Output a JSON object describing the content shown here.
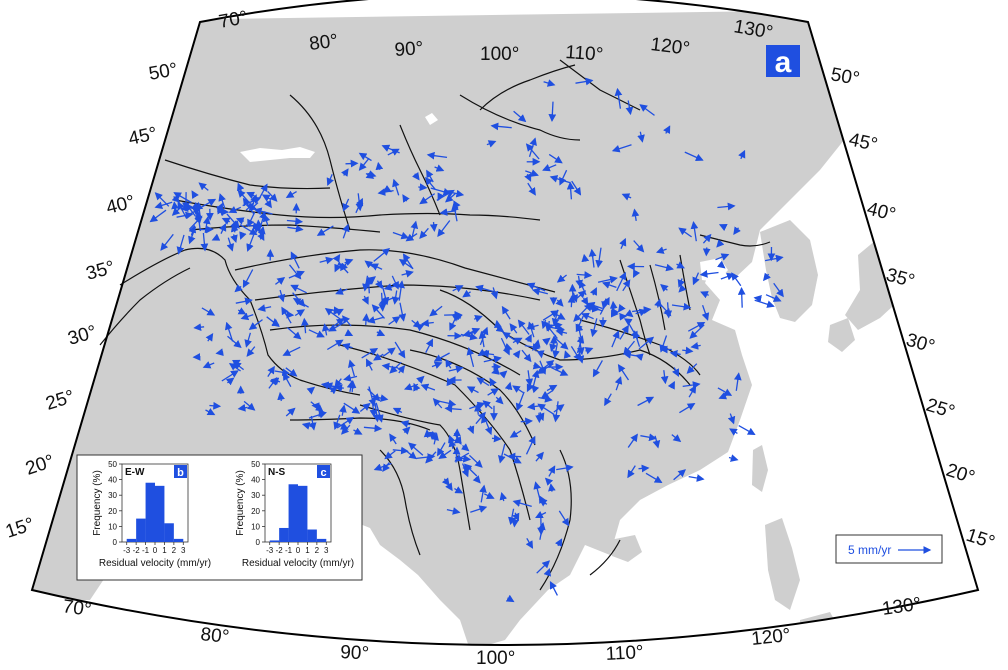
{
  "panel_label": "a",
  "longitude_labels": {
    "top": [
      "70°",
      "80°",
      "90°",
      "100°",
      "110°",
      "120°",
      "130°"
    ],
    "bottom": [
      "70°",
      "80°",
      "90°",
      "100°",
      "110°",
      "120°",
      "130°"
    ]
  },
  "latitude_labels": {
    "left": [
      "50°",
      "45°",
      "40°",
      "35°",
      "30°",
      "25°",
      "20°",
      "15°"
    ],
    "right": [
      "50°",
      "45°",
      "40°",
      "35°",
      "30°",
      "25°",
      "20°",
      "15°"
    ]
  },
  "scale_label": "5 mm/yr",
  "colors": {
    "land": "#cfcfcf",
    "sea": "#ffffff",
    "vector": "#1f4fe0",
    "fault": "#111111",
    "panel_badge": "#1f4fe0"
  },
  "chart_data": [
    {
      "type": "bar",
      "panel": "b",
      "title": "E-W",
      "xlabel": "Residual velocity (mm/yr)",
      "ylabel": "Frequency (%)",
      "categories": [
        "-3",
        "-2",
        "-1",
        "0",
        "1",
        "2",
        "3"
      ],
      "bins": [
        [
          -3,
          -2
        ],
        [
          -2,
          -1
        ],
        [
          -1,
          0
        ],
        [
          0,
          1
        ],
        [
          1,
          2
        ],
        [
          2,
          3
        ]
      ],
      "values": [
        2,
        15,
        38,
        36,
        12,
        2
      ],
      "ylim": [
        0,
        50
      ],
      "yticks": [
        "0",
        "10",
        "20",
        "30",
        "40",
        "50"
      ]
    },
    {
      "type": "bar",
      "panel": "c",
      "title": "N-S",
      "xlabel": "Residual velocity (mm/yr)",
      "ylabel": "Frequency (%)",
      "categories": [
        "-3",
        "-2",
        "-1",
        "0",
        "1",
        "2",
        "3"
      ],
      "bins": [
        [
          -3,
          -2
        ],
        [
          -2,
          -1
        ],
        [
          -1,
          0
        ],
        [
          0,
          1
        ],
        [
          1,
          2
        ],
        [
          2,
          3
        ]
      ],
      "values": [
        1,
        9,
        37,
        36,
        8,
        2
      ],
      "ylim": [
        0,
        50
      ],
      "yticks": [
        "0",
        "10",
        "20",
        "30",
        "40",
        "50"
      ]
    }
  ]
}
